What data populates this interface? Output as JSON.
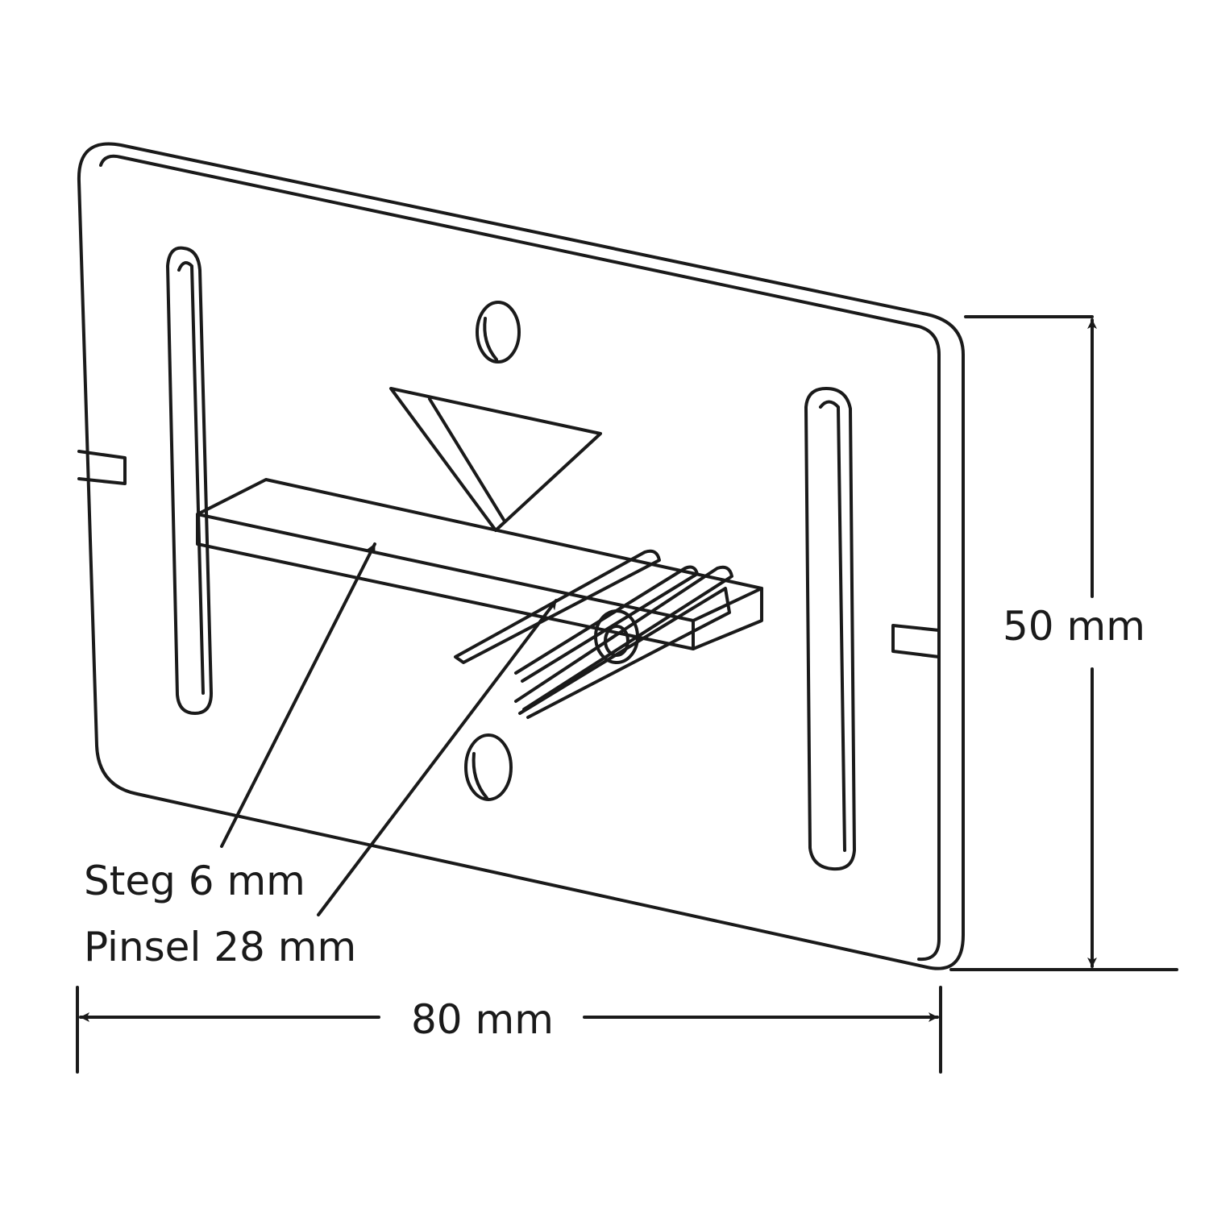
{
  "labels": {
    "steg": "Steg 6 mm",
    "pinsel": "Pinsel 28 mm",
    "width": "80 mm",
    "height": "50 mm"
  },
  "colors": {
    "line": "#1a1a1a",
    "background": "#ffffff"
  }
}
